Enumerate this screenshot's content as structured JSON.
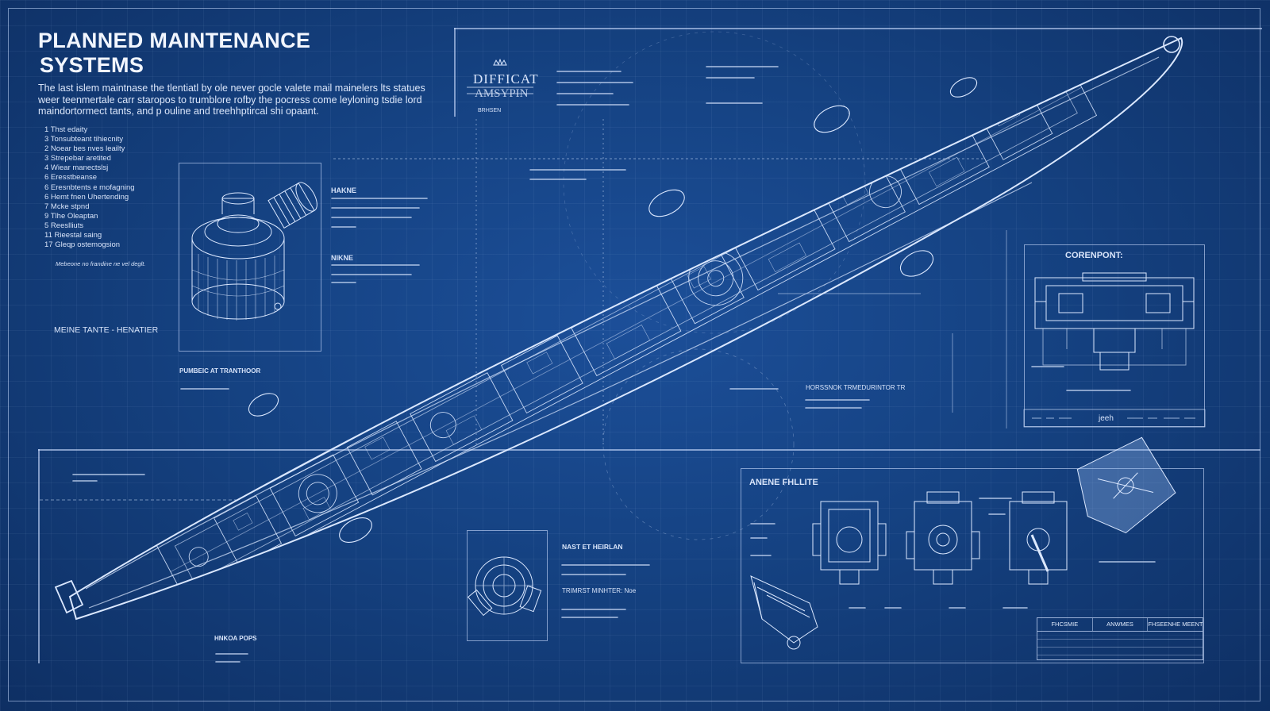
{
  "title": {
    "line1": "PLANNED MAINTENANCE",
    "line2": "SYSTEMS"
  },
  "intro": [
    "The last islem maintnase the tlentiatl by ole never gocle valete mail mainelers lts statues",
    "weer teenmertale carr staropos to trumblore rofby the pocress come leyloning tsdie lord",
    "maindortormect tants, and p ouline and treehhptircal shi opaant."
  ],
  "list": [
    "1  Thst edaity",
    "3  Tonsubteant tihiecnity",
    "2  Noear bes nves leailty",
    "3  Strepebar aretited",
    "4  Wiear manectslsj",
    "6  Eresstbeanse",
    "6  Eresnbtents e mofagning",
    "6  Hemt fnen Uhertending",
    "7  Mcke stpnd",
    "9  Tlhe Oleaptan",
    "5  Reeslliuts",
    "11  Rieestal saing",
    "17  Gleqp ostemogsion"
  ],
  "list_note": "Mebeone no frandine ne vel deglt.",
  "logo": {
    "line1": "DIFFICAT",
    "line2": "AMSYPIN",
    "caption": "BRHSEN"
  },
  "labels": {
    "left_section": "MEINE TANTE - HENATIER",
    "engine_detail": "HAKNE",
    "engine_detail2": "NIKNE",
    "lower_left": "PUMBEIC AT TRANTHOOR",
    "center_mid": "HORSSNOK TRMEDURINTOR TR",
    "bottom_mid": "NAST ET HEIRLAN",
    "bottom_mid2": "TRIMRST MINHTER: Noe",
    "bottom_left": "HNKOA POPS",
    "component_panel": "CORENPONT:",
    "assembly_panel": "ANENE FHLLITE",
    "component_footer": "jeeh"
  },
  "title_block": {
    "headers": [
      "FHCSMIE",
      "ANWMES",
      "FHSEENHE MEENT"
    ]
  },
  "colors": {
    "background": "#154282",
    "line": "#dbe8ff",
    "frame": "#c8dcff"
  }
}
